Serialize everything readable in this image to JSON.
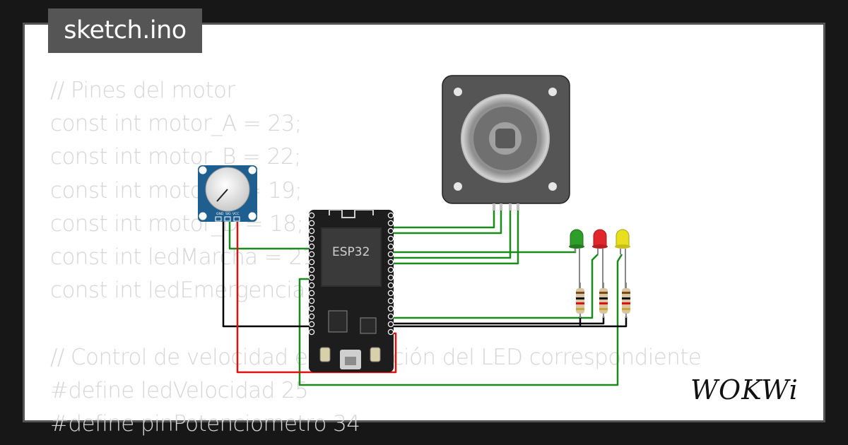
{
  "window": {
    "title": "sketch.ino"
  },
  "editor": {
    "lines": [
      "// Pines del motor",
      "const int motor_A = 23;",
      "const int motor_B = 22;",
      "const int motor_C = 19;",
      "const int motor_D = 18;",
      "const int ledMarcha = 21;",
      "const int ledEmergencia = 5;",
      "",
      "// Control de velocidad e iluminación del LED correspondiente",
      "#define ledVelocidad 25",
      "#define pinPotenciometro 34"
    ]
  },
  "circuit": {
    "esp32": {
      "label": "ESP32"
    },
    "potentiometer": {
      "pins": [
        "GND",
        "SIG",
        "VCC"
      ]
    },
    "leds": [
      {
        "color": "#2e9e2a"
      },
      {
        "color": "#e0272b"
      },
      {
        "color": "#e8e01e"
      }
    ],
    "wire_colors": {
      "green": "#1a8a1a",
      "black": "#000000",
      "red": "#dd1111"
    }
  },
  "brand": {
    "logo": "WOKWi"
  }
}
